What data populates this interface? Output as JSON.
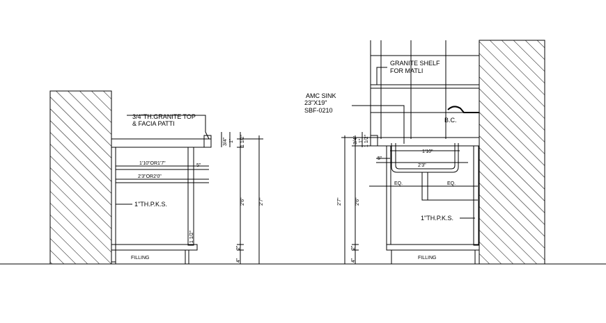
{
  "left_view": {
    "granite_label_1": "3/4\"TH.GRANITE TOP",
    "granite_label_2": "& FACIA PATTI",
    "shelf_dim_1": "1'10\"OR1'7\"",
    "shelf_dim_2": "2'3\"OR2'0\"",
    "side_dim": "5\"",
    "pks_label": "1\"TH.P.K.S.",
    "filling_label": "FILLING",
    "dims_vertical": [
      "3/4\"",
      "1\"",
      "1 1/2\"",
      "2'6\"",
      "2\"",
      "4\"",
      "2'7\"",
      "1 1/2\""
    ]
  },
  "right_view": {
    "shelf_label_1": "GRANITE SHELF",
    "shelf_label_2": "FOR MATLI",
    "sink_label_1": "AMC SINK",
    "sink_label_2": "23\"X19\"",
    "sink_label_3": "SBF-0210",
    "bc_label": "B.C.",
    "sink_dim_1": "1'10\"",
    "sink_dim_2": "2'3\"",
    "side_dim": "5\"",
    "eq_label_1": "EQ.",
    "eq_label_2": "EQ.",
    "pks_label": "1\"TH.P.K.S.",
    "filling_label": "FILLING",
    "dims_vertical": [
      "3/4\"",
      "1\"",
      "1 1/2\"",
      "2'7\"",
      "2'6\"",
      "2\"",
      "4\""
    ]
  }
}
